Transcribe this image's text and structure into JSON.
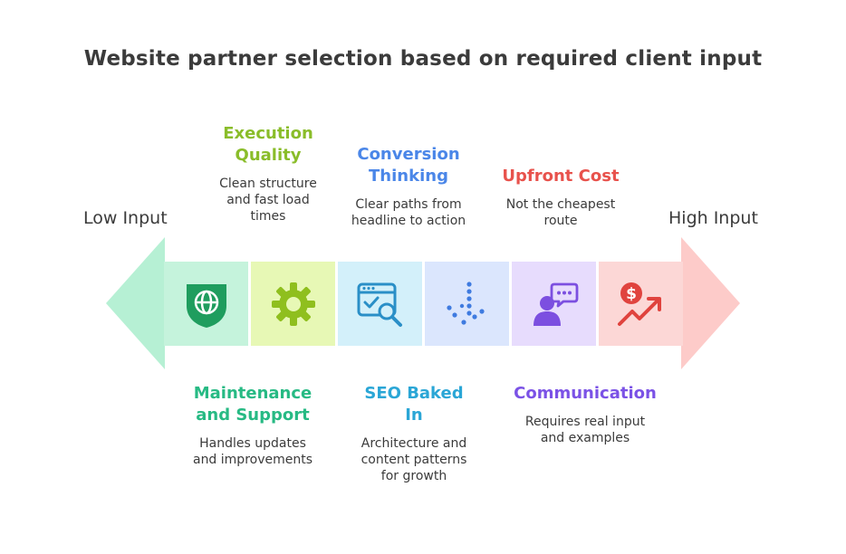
{
  "title": "Website partner selection based on required client input",
  "low_label": "Low Input",
  "high_label": "High Input",
  "colors": {
    "arrow_left": "#b6f0d4",
    "arrow_right": "#fdcbc9",
    "seg_globe": "#c5f3dc",
    "seg_gear": "#e7f8b5",
    "seg_search": "#d3f0fa",
    "seg_dots": "#dbe6fd",
    "seg_person": "#e7dcfd",
    "seg_dollar": "#fcd7d6",
    "execution": "#8abd2a",
    "conversion": "#4a86e8",
    "upfront": "#e8524c",
    "maintenance": "#27ba84",
    "seo": "#2aa6d6",
    "communication": "#7b52e6"
  },
  "segments": [
    {
      "icon": "globe-shield-icon"
    },
    {
      "icon": "gear-icon"
    },
    {
      "icon": "browser-search-check-icon"
    },
    {
      "icon": "dotted-arrow-down-icon"
    },
    {
      "icon": "person-speech-icon"
    },
    {
      "icon": "dollar-trend-up-icon"
    }
  ],
  "top_items": [
    {
      "title_line1": "Execution",
      "title_line2": "Quality",
      "desc_line1": "Clean structure",
      "desc_line2": "and fast load",
      "desc_line3": "times"
    },
    {
      "title_line1": "Conversion",
      "title_line2": "Thinking",
      "desc_line1": "Clear paths from",
      "desc_line2": "headline to action"
    },
    {
      "title_line1": "Upfront Cost",
      "desc_line1": "Not the cheapest",
      "desc_line2": "route"
    }
  ],
  "bottom_items": [
    {
      "title_line1": "Maintenance",
      "title_line2": "and Support",
      "desc_line1": "Handles updates",
      "desc_line2": "and improvements"
    },
    {
      "title_line1": "SEO Baked",
      "title_line2": "In",
      "desc_line1": "Architecture and",
      "desc_line2": "content patterns",
      "desc_line3": "for growth"
    },
    {
      "title_line1": "Communication",
      "desc_line1": "Requires real input",
      "desc_line2": "and examples"
    }
  ]
}
